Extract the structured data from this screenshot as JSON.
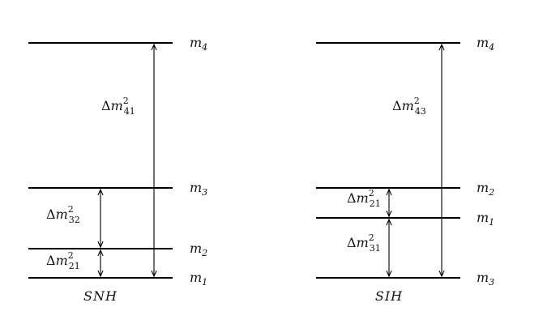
{
  "diagrams": [
    {
      "caption": "SNH",
      "levels": [
        {
          "symbol": "m",
          "index": "4"
        },
        {
          "symbol": "m",
          "index": "3"
        },
        {
          "symbol": "m",
          "index": "2"
        },
        {
          "symbol": "m",
          "index": "1"
        }
      ],
      "gaps": [
        {
          "delta": "Δ",
          "symbol": "m",
          "power": "2",
          "index": "41"
        },
        {
          "delta": "Δ",
          "symbol": "m",
          "power": "2",
          "index": "32"
        },
        {
          "delta": "Δ",
          "symbol": "m",
          "power": "2",
          "index": "21"
        }
      ]
    },
    {
      "caption": "SIH",
      "levels": [
        {
          "symbol": "m",
          "index": "4"
        },
        {
          "symbol": "m",
          "index": "2"
        },
        {
          "symbol": "m",
          "index": "1"
        },
        {
          "symbol": "m",
          "index": "3"
        }
      ],
      "gaps": [
        {
          "delta": "Δ",
          "symbol": "m",
          "power": "2",
          "index": "43"
        },
        {
          "delta": "Δ",
          "symbol": "m",
          "power": "2",
          "index": "21"
        },
        {
          "delta": "Δ",
          "symbol": "m",
          "power": "2",
          "index": "31"
        }
      ]
    }
  ]
}
